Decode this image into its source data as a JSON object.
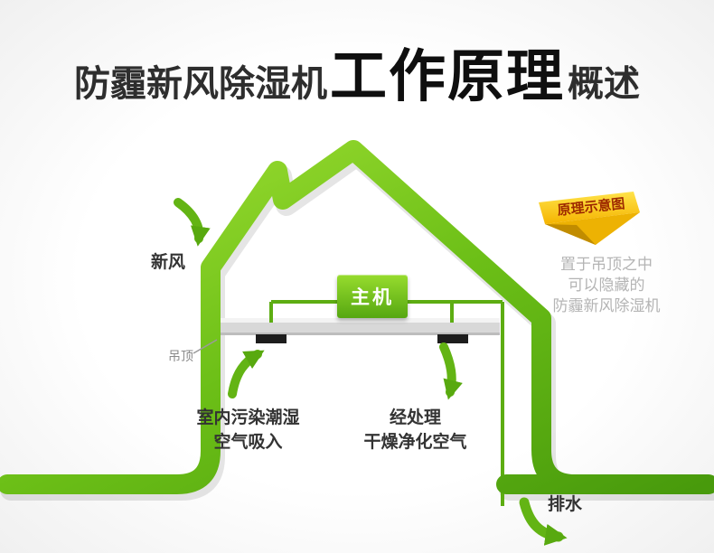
{
  "title": {
    "part1": "防霾新风除湿机",
    "part2": "工作原理",
    "part3": "概述"
  },
  "diagram": {
    "labels": {
      "fresh_air": "新风",
      "main_unit": "主机",
      "ceiling": "吊顶",
      "intake": [
        "室内污染潮湿",
        "空气吸入"
      ],
      "outlet": [
        "经处理",
        "干燥净化空气"
      ],
      "drain": "排水",
      "ribbon": "原理示意图",
      "note": [
        "置于吊顶之中",
        "可以隐藏的",
        "防霾新风除湿机"
      ]
    },
    "colors": {
      "house_green_light": "#a4e236",
      "house_green": "#6cbf17",
      "house_green_dark": "#489a0c",
      "arrow_green": "#63b414",
      "ribbon_gold": "#ffd829",
      "ribbon_gold_dark": "#edb203",
      "ribbon_text_red": "#9e2a00",
      "ceiling_gray": "#d8d8d8",
      "mount_black": "#1d1d1d",
      "note_gray": "#b4b4b4",
      "title_color": "#0f0f0f"
    }
  }
}
